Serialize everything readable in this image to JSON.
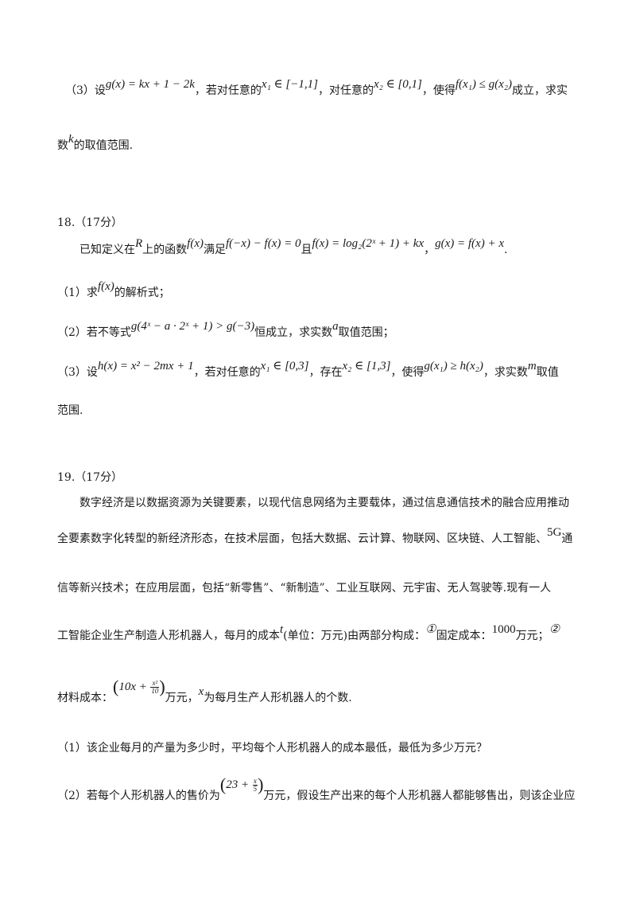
{
  "q17_part3": {
    "label": "（3）设",
    "g_def": "g(x) = kx + 1 − 2k",
    "t1": "，若对任意的",
    "x1_set": "x₁ ∈ [−1,1]",
    "t2": "，对任意的",
    "x2_set": "x₂ ∈ [0,1]",
    "t3": "，使得",
    "ineq": "f(x₁) ≤ g(x₂)",
    "t4": "成立，求实",
    "t5": "数",
    "k": "k",
    "t6": "的取值范围."
  },
  "q18": {
    "header": "18.（17分）",
    "intro_1": "已知定义在",
    "R": "R",
    "intro_2": "上的函数",
    "fx": "f(x)",
    "intro_3": "满足",
    "cond1": "f(−x) − f(x) = 0",
    "intro_4": "且",
    "cond2": "f(x) = log₂(2ˣ + 1) + kx",
    "intro_5": "，",
    "cond3": "g(x) = f(x) + x",
    "intro_6": ".",
    "p1_label": "（1）求",
    "p1_fx": "f(x)",
    "p1_text": "的解析式；",
    "p2_label": "（2）若不等式",
    "p2_ineq": "g(4ˣ − a · 2ˣ + 1) > g(−3)",
    "p2_text": "恒成立，求实数",
    "p2_a": "a",
    "p2_end": "取值范围；",
    "p3_label": "（3）设",
    "p3_h": "h(x) = x² − 2mx + 1",
    "p3_t1": "，若对任意的",
    "p3_x1": "x₁ ∈ [0,3]",
    "p3_t2": "，存在",
    "p3_x2": "x₂ ∈ [1,3]",
    "p3_t3": "，使得",
    "p3_ineq": "g(x₁) ≥ h(x₂)",
    "p3_t4": "，求实数",
    "p3_m": "m",
    "p3_t5": "取值",
    "p3_t6": "范围."
  },
  "q19": {
    "header": "19.（17分）",
    "para_l1": "数字经济是以数据资源为关键要素，以现代信息网络为主要载体，通过信息通信技术的融合应用推动",
    "para_l2": "全要素数字化转型的新经济形态，在技术层面，包括大数据、云计算、物联网、区块链、人工智能、",
    "five_g": "5G",
    "para_l2_end": "通",
    "para_l3": "信等新兴技术；在应用层面，包括“新零售”、“新制造”、工业互联网、元宇宙、无人驾驶等.现有一人",
    "para_l4a": "工智能企业生产制造人形机器人，每月的成本",
    "t_var": "t",
    "para_l4b": "(单位：万元)由两部分构成：",
    "circ1": "①",
    "para_l4c": "固定成本：",
    "fixed_cost": "1000",
    "para_l4d": "万元；",
    "circ2": "②",
    "para_l5a": "材料成本：",
    "mat_expr_a": "10x +",
    "mat_num": "x²",
    "mat_den": "10",
    "para_l5b": "万元，",
    "x_var": "x",
    "para_l5c": "为每月生产人形机器人的个数.",
    "p1": "（1）该企业每月的产量为多少时，平均每个人形机器人的成本最低，最低为多少万元？",
    "p2a": "（2）若每个人形机器人的售价为",
    "price_a": "23 +",
    "price_num": "x",
    "price_den": "5",
    "p2b": "万元，假设生产出来的每个人形机器人都能够售出，则该企业应"
  }
}
